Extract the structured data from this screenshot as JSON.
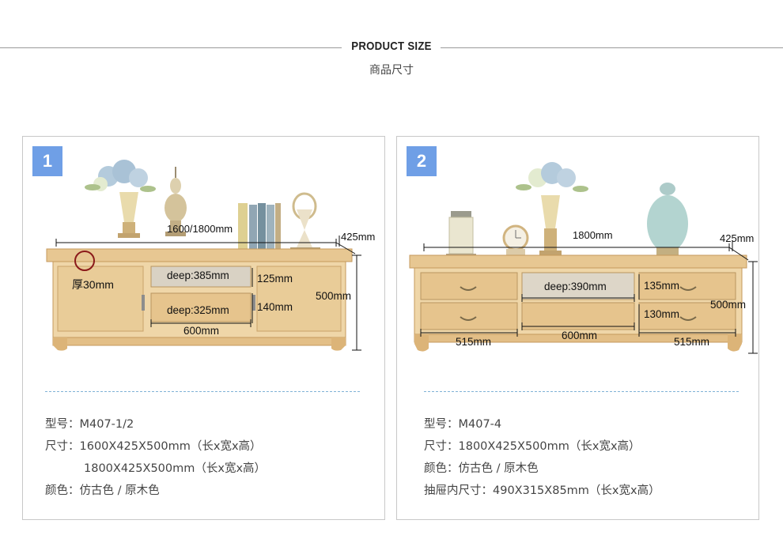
{
  "header": {
    "title": "PRODUCT SIZE",
    "subtitle": "商品尺寸"
  },
  "panels": [
    {
      "badge": "1",
      "labels": {
        "width": "1600/1800mm",
        "depth": "425mm",
        "thickness": "厚30mm",
        "deep_top": "deep:385mm",
        "deep_bottom": "deep:325mm",
        "h_top": "125mm",
        "h_bottom": "140mm",
        "height": "500mm",
        "drawer_width": "600mm"
      },
      "specs": [
        {
          "label": "型号：",
          "value": "M407-1/2"
        },
        {
          "label": "尺寸：",
          "value": "1600X425X500mm（长x宽x高）"
        },
        {
          "label": "",
          "value": "1800X425X500mm（长x宽x高）"
        },
        {
          "label": "颜色：",
          "value": "仿古色 /  原木色"
        }
      ]
    },
    {
      "badge": "2",
      "labels": {
        "width": "1800mm",
        "depth": "425mm",
        "deep": "deep:390mm",
        "h_top": "135mm",
        "h_bottom": "130mm",
        "height": "500mm",
        "left_width": "515mm",
        "center_width": "600mm",
        "right_width": "515mm"
      },
      "specs": [
        {
          "label": "型号：",
          "value": "M407-4"
        },
        {
          "label": "尺寸：",
          "value": "1800X425X500mm（长x宽x高）"
        },
        {
          "label": "颜色：",
          "value": "仿古色 /  原木色"
        },
        {
          "label": "抽屉内尺寸：",
          "value": "490X315X85mm（长x宽x高）"
        }
      ]
    }
  ],
  "colors": {
    "badge": "#6f9fe6",
    "wood": "#e7c792",
    "wood_dark": "#c59a5c",
    "dashed": "#7fb2d6",
    "marker": "#8b1a1a"
  }
}
